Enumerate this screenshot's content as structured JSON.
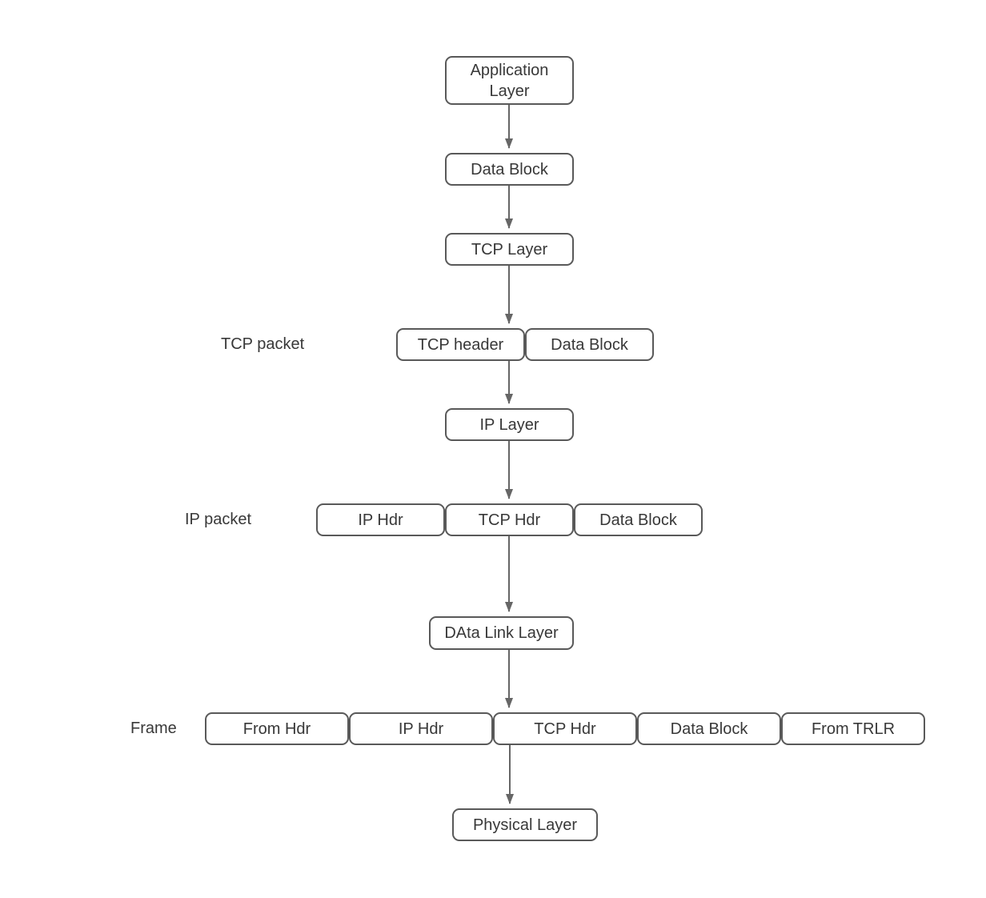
{
  "colors": {
    "background": "#ffffff",
    "box-border": "#595959",
    "box-fill": "#ffffff",
    "text": "#383838",
    "arrow": "#666666"
  },
  "diagram": {
    "main_flow": {
      "application_layer": "Application Layer",
      "data_block": "Data Block",
      "tcp_layer": "TCP Layer",
      "ip_layer": "IP Layer",
      "data_link_layer": "DAta Link Layer",
      "physical_layer": "Physical Layer"
    },
    "tcp_packet_row": {
      "label": "TCP packet",
      "cells": [
        "TCP header",
        "Data Block"
      ]
    },
    "ip_packet_row": {
      "label": "IP packet",
      "cells": [
        "IP Hdr",
        "TCP Hdr",
        "Data Block"
      ]
    },
    "frame_row": {
      "label": "Frame",
      "cells": [
        "From Hdr",
        "IP Hdr",
        "TCP Hdr",
        "Data Block",
        "From TRLR"
      ]
    }
  }
}
